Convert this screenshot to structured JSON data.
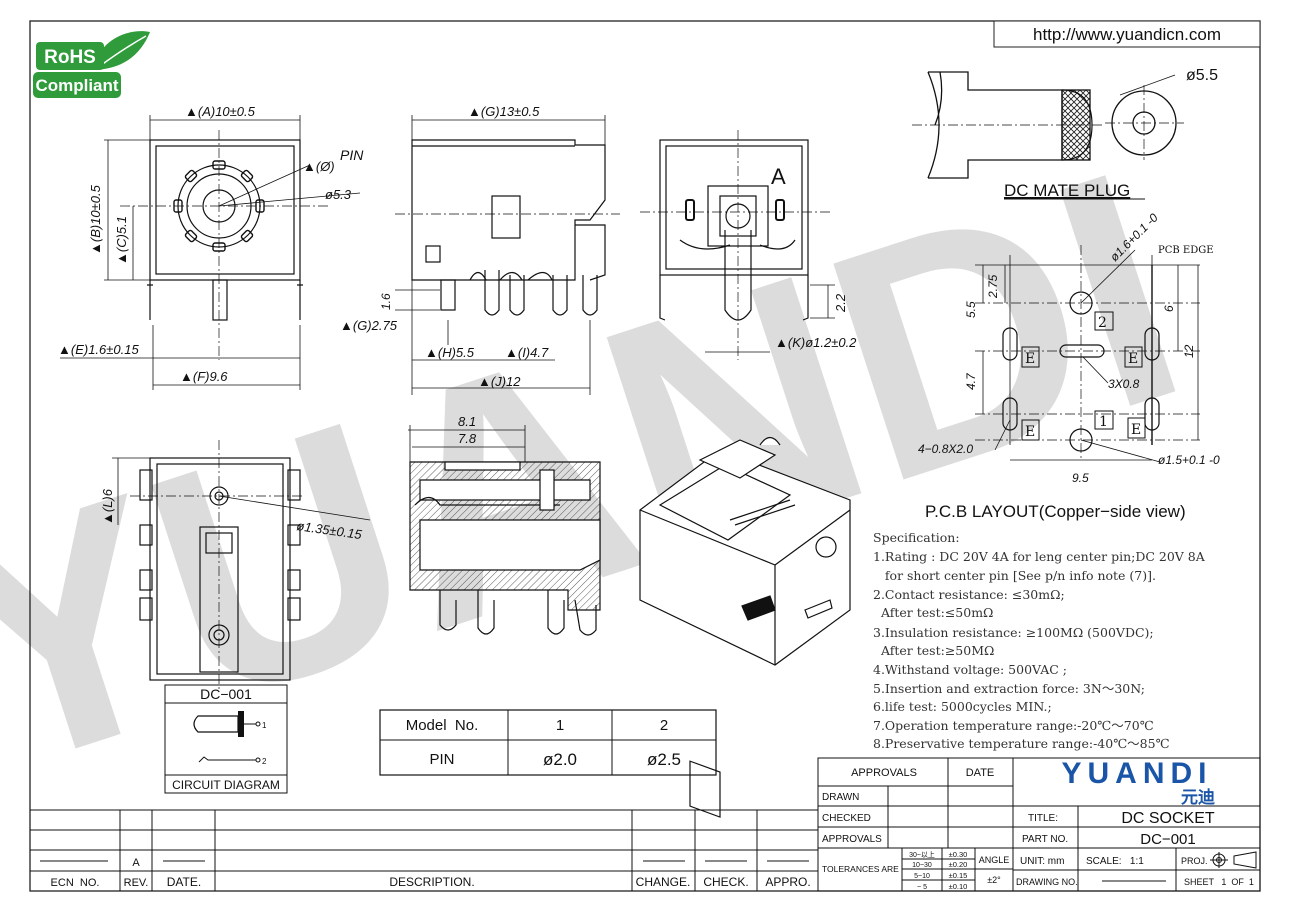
{
  "website": "http://www.yuandicn.com",
  "rohs_badge": {
    "line1": "RoHS",
    "line2": "Compliant"
  },
  "watermark": "YUANDI",
  "front_view": {
    "dim_a": "▲(A)10±0.5",
    "dim_b": "▲(B)10±0.5",
    "dim_c": "▲(C)5.1",
    "dim_phi": "▲(Ø)",
    "pin_label": "PIN",
    "dim_phi53": "ø5.3",
    "dim_e": "▲(E)1.6±0.15",
    "dim_f": "▲(F)9.6"
  },
  "side_view": {
    "dim_g13": "▲(G)13±0.5",
    "dim_16": "1.6",
    "dim_g275": "▲(G)2.75",
    "dim_h": "▲(H)5.5",
    "dim_i": "▲(I)4.7",
    "dim_j": "▲(J)12"
  },
  "rear_view": {
    "letter": "A",
    "dim_22": "2.2",
    "dim_k": "▲(K)ø1.2±0.2"
  },
  "bottom_view": {
    "dim_l": "▲(L)6",
    "dim_135": "ø1.35±0.15"
  },
  "section_view": {
    "dim_81": "8.1",
    "dim_78": "7.8"
  },
  "mate_plug": {
    "dim": "ø5.5",
    "title": "DC MATE PLUG"
  },
  "pcb_layout": {
    "pcb_edge": "PCB EDGE",
    "dim_16": "ø1.6+0.1 -0",
    "dim_275": "2.75",
    "dim_55": "5.5",
    "dim_6": "6",
    "dim_12": "12",
    "dim_47": "4.7",
    "dim_3x08": "3X0.8",
    "dim_4x": "4−0.8X2.0",
    "dim_95": "9.5",
    "dim_15": "ø1.5+0.1 -0",
    "pad_e": "E",
    "pad_1": "1",
    "pad_2": "2",
    "title": "P.C.B LAYOUT(Copper−side view)"
  },
  "specification": {
    "heading": "Specification:",
    "lines": [
      "1.Rating : DC 20V 4A for leng center pin;DC 20V 8A",
      "   for short center pin [See p/n info note (7)].",
      "2.Contact resistance: ≤30mΩ;",
      "  After test:≤50mΩ",
      "3.Insulation resistance: ≥100MΩ (500VDC);",
      "  After test:≥50MΩ",
      "4.Withstand voltage: 500VAC ;",
      "5.Insertion and extraction force: 3N～30N;",
      "6.life test: 5000cycles MIN.;",
      "7.Operation temperature range:-20℃～70℃",
      "8.Preservative temperature range:-40℃～85℃"
    ]
  },
  "circuit_diagram": {
    "model": "DC−001",
    "pin1": "1",
    "pin2": "2",
    "caption": "CIRCUIT DIAGRAM"
  },
  "model_table": {
    "header": [
      "Model  No.",
      "1",
      "2"
    ],
    "row": [
      "PIN",
      "ø2.0",
      "ø2.5"
    ]
  },
  "revision_block": {
    "rev_value": "A",
    "headers": [
      "ECN  NO.",
      "REV.",
      "DATE.",
      "DESCRIPTION.",
      "CHANGE.",
      "CHECK.",
      "APPRO."
    ]
  },
  "title_block": {
    "approvals": "APPROVALS",
    "date": "DATE",
    "drawn": "DRAWN",
    "checked": "CHECKED",
    "approvals2": "APPROVALS",
    "tolerances": "TOLERANCES ARE",
    "tol_ranges": [
      "30~以上",
      "10~30",
      "5~10",
      "~ 5"
    ],
    "tol_values": [
      "±0.30",
      "±0.20",
      "±0.15",
      "±0.10"
    ],
    "angle": "ANGLE",
    "angle_value": "±2°",
    "logo": "YUANDI",
    "logo_cn": "元迪",
    "title_label": "TITLE:",
    "title_value": "DC SOCKET",
    "part_label": "PART NO.",
    "part_value": "DC−001",
    "unit": "UNIT: mm",
    "scale": "SCALE:   1:1",
    "proj": "PROJ.",
    "drawing_no": "DRAWING NO.",
    "sheet": "SHEET   1  OF  1",
    "brand_color": "#1a55a8"
  }
}
